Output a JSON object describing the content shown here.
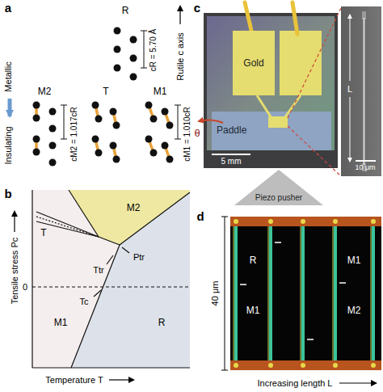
{
  "diagram": {
    "nodes": [
      {
        "text": [
          "Gold"
        ]
      },
      {
        "text": [
          "Paddle"
        ]
      },
      {
        "text": [
          "Piezo pusher"
        ]
      }
    ],
    "labels": [
      "a",
      "R",
      "cR = 5.70 Å",
      "Rutile c axis",
      "Metallic",
      "Insulating",
      "M2",
      "T",
      "M1",
      "cM2 = 1.017cR",
      "cM1 = 1.010cR",
      "b",
      "M2",
      "T",
      "M1",
      "R",
      "Tensile stress Pc",
      "0",
      "Ptr",
      "Ttr",
      "Tc",
      "Temperature T",
      "c",
      "θ",
      "5 mm",
      "L",
      "10 μm",
      "d",
      "R",
      "M1",
      "M1",
      "M2",
      "40 μm",
      "Increasing length L"
    ]
  }
}
